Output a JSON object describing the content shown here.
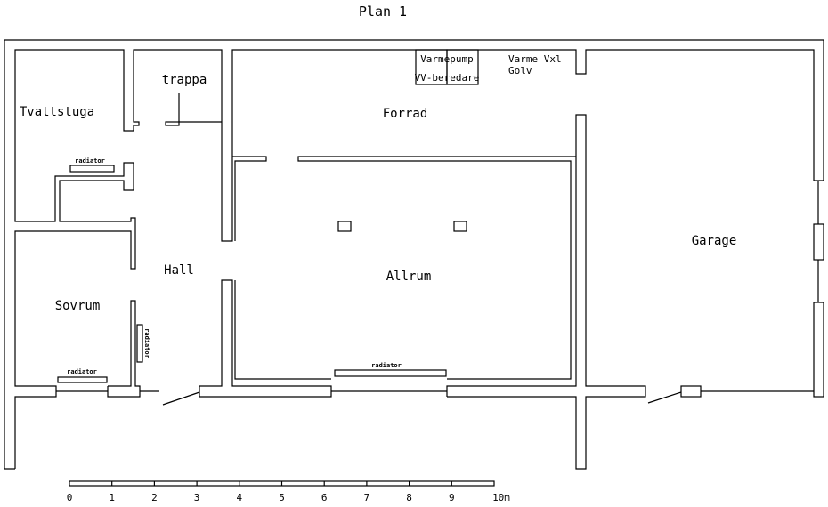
{
  "title": "Plan 1",
  "rooms": {
    "tvattstuga": "Tvattstuga",
    "trappa": "trappa",
    "forrad": "Forrad",
    "hall": "Hall",
    "sovrum": "Sovrum",
    "allrum": "Allrum",
    "garage": "Garage"
  },
  "equipment": {
    "varmepump": "Varmepump",
    "vv_beredare": "VV-beredare",
    "varme_vxl": "Varme Vxl",
    "golv": "Golv"
  },
  "radiators": {
    "tvattstuga": "radiator",
    "sovrum_floor": "radiator",
    "sovrum_wall": "radiator",
    "allrum": "radiator"
  },
  "scale": {
    "labels": [
      "0",
      "1",
      "2",
      "3",
      "4",
      "5",
      "6",
      "7",
      "8",
      "9",
      "10m"
    ],
    "max_meters": 10
  }
}
